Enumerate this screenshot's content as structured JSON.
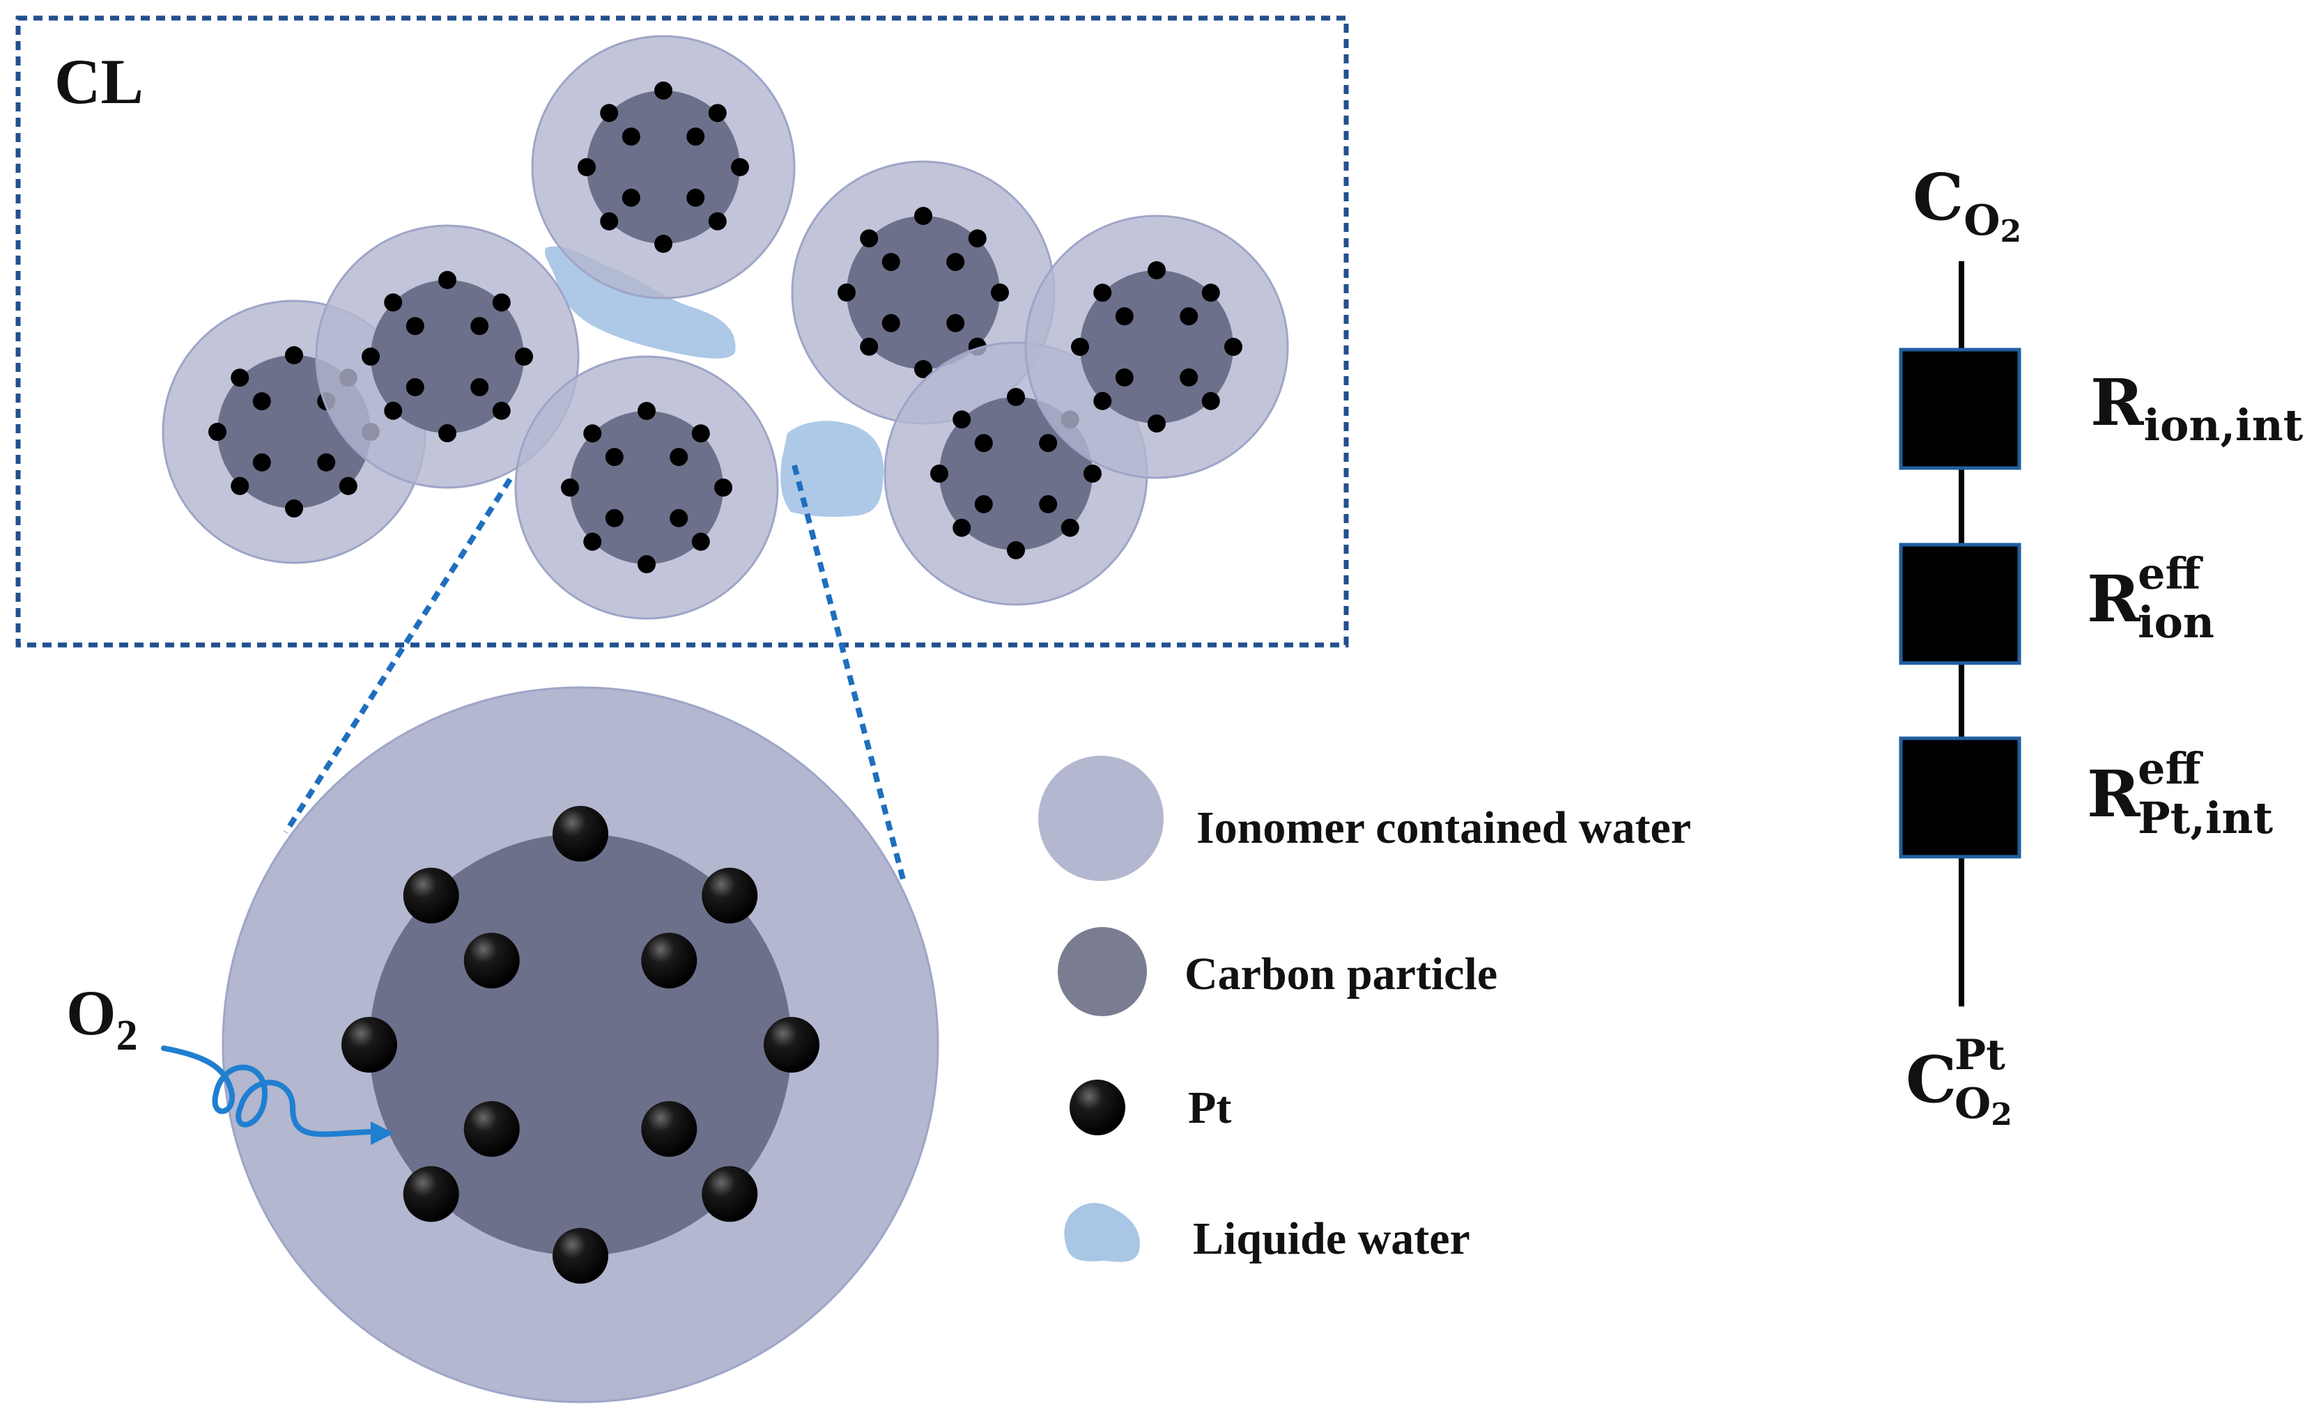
{
  "cl_region": {
    "label": "CL"
  },
  "inlet": {
    "species": "O",
    "subscript": "2"
  },
  "legend": {
    "items": [
      {
        "key": "ionomer",
        "label": "Ionomer contained water",
        "icon": "ionomer-circle-icon"
      },
      {
        "key": "carbon",
        "label": "Carbon particle",
        "icon": "carbon-circle-icon"
      },
      {
        "key": "pt",
        "label": "Pt",
        "icon": "pt-sphere-icon"
      },
      {
        "key": "water",
        "label": "Liquide water",
        "icon": "water-droplet-icon"
      }
    ]
  },
  "resistance_network": {
    "top": {
      "base": "C",
      "sub": "O",
      "subsub": "2"
    },
    "bottom": {
      "base": "C",
      "sup": "Pt",
      "sub": "O",
      "subsub": "2"
    },
    "resistors": [
      {
        "base": "R",
        "sup": "",
        "sub": "ion,int"
      },
      {
        "base": "R",
        "sup": "eff",
        "sub": "ion"
      },
      {
        "base": "R",
        "sup": "eff",
        "sub": "Pt,int"
      }
    ]
  },
  "colors": {
    "ionomer": "#b3b7cf",
    "carbon": "#686c86",
    "pt": "#000000",
    "liquid_water": "#a9c6e6",
    "dashed_frame": "#22508f",
    "arrow": "#1f7fd0"
  }
}
